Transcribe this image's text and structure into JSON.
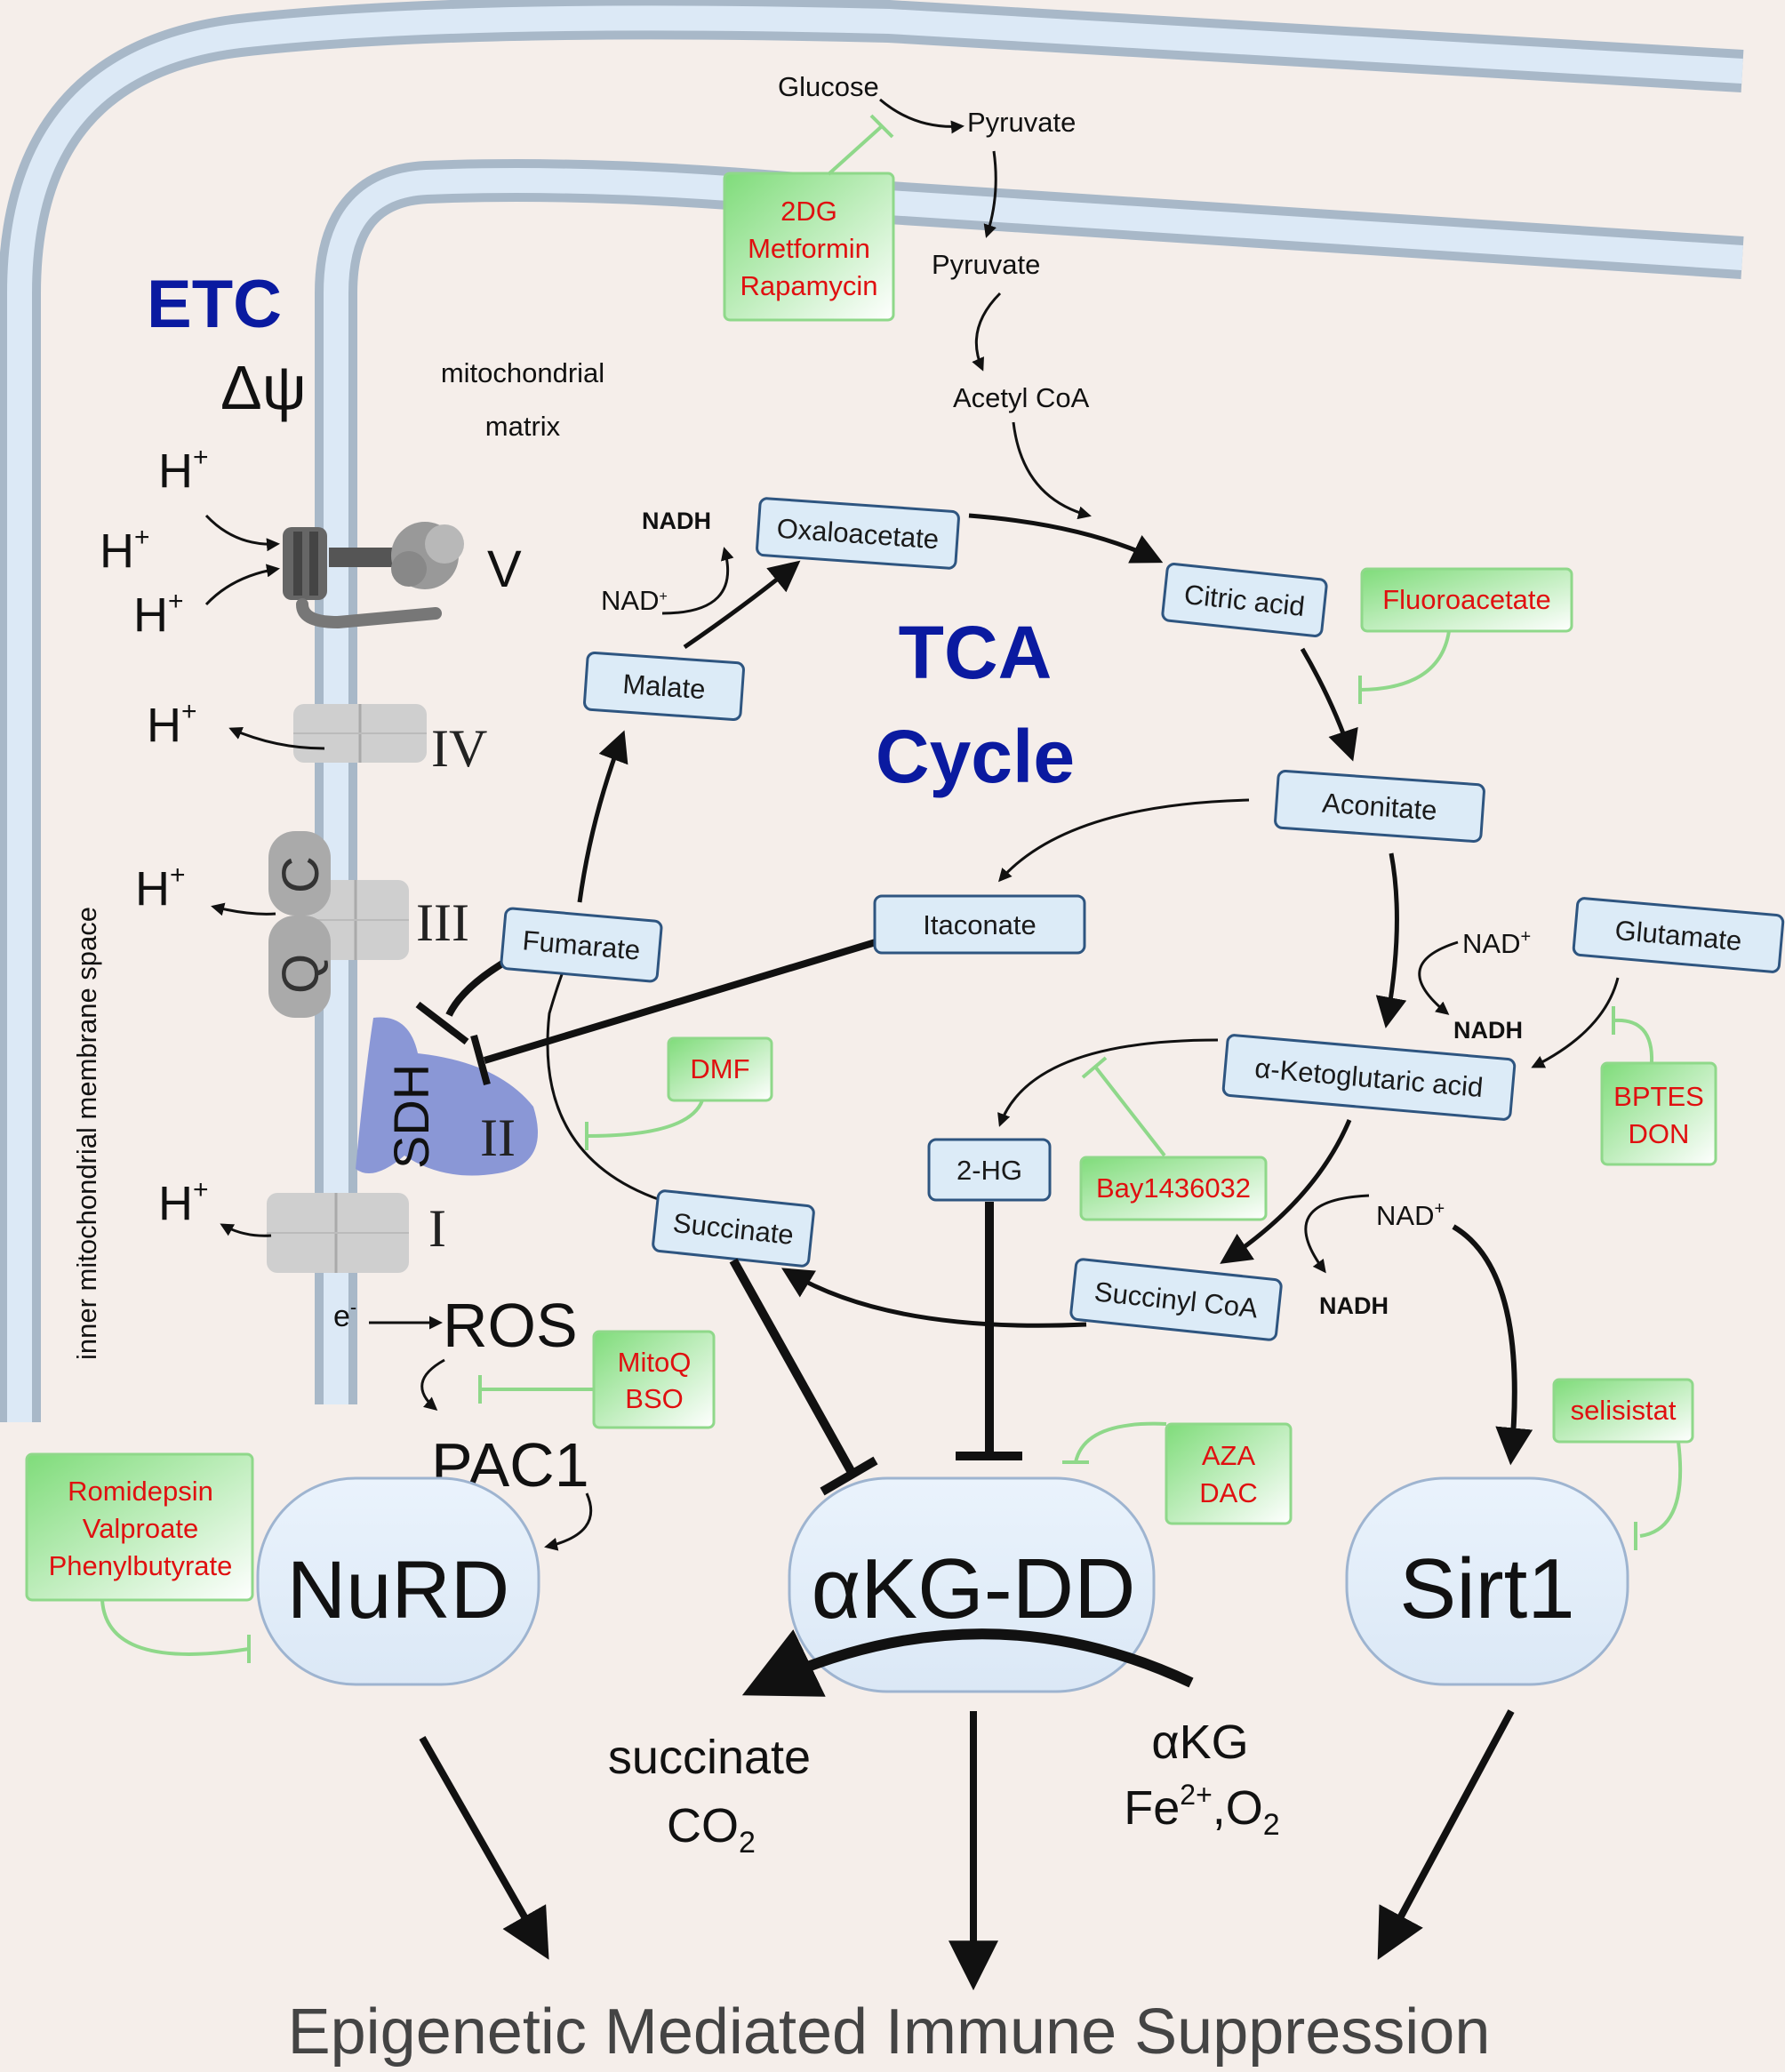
{
  "labels": {
    "etc": "ETC",
    "delta_psi": "Δψ",
    "matrix_line1": "mitochondrial",
    "matrix_line2": "matrix",
    "imm_space": "inner mitochondrial membrane space",
    "tca_line1": "TCA",
    "tca_line2": "Cycle",
    "hplus": "H",
    "plus": "+",
    "complex_v": "V",
    "complex_iv": "IV",
    "complex_iii": "III",
    "complex_ii": "II",
    "complex_i": "I",
    "q": "Q",
    "c": "C",
    "sdh": "SDH",
    "electron": "e",
    "electron_sup": "-",
    "ros": "ROS",
    "pac1": "PAC1",
    "glucose": "Glucose",
    "pyruvate_cyto": "Pyruvate",
    "pyruvate_mito": "Pyruvate",
    "acetyl_coa": "Acetyl CoA",
    "nadh": "NADH",
    "nad": "NAD",
    "succinate_product": "succinate",
    "co2_base": "CO",
    "co2_sub": "2",
    "akg_substrate": "αKG",
    "fe_base": "Fe",
    "fe_sup": "2+",
    "o2_base": ",O",
    "o2_sub": "2",
    "bottom_title": "Epigenetic Mediated Immune Suppression"
  },
  "metabolites": {
    "oxaloacetate": "Oxaloacetate",
    "citric_acid": "Citric acid",
    "aconitate": "Aconitate",
    "itaconate": "Itaconate",
    "malate": "Malate",
    "fumarate": "Fumarate",
    "glutamate": "Glutamate",
    "akg_acid": "α-Ketoglutaric acid",
    "two_hg": "2-HG",
    "succinate": "Succinate",
    "succinyl_coa": "Succinyl CoA"
  },
  "inhibitors": {
    "glycolysis": [
      "2DG",
      "Metformin",
      "Rapamycin"
    ],
    "fluoroacetate": [
      "Fluoroacetate"
    ],
    "dmf": [
      "DMF"
    ],
    "bptes_don": [
      "BPTES",
      "DON"
    ],
    "bay": [
      "Bay1436032"
    ],
    "mitoq_bso": [
      "MitoQ",
      "BSO"
    ],
    "aza_dac": [
      "AZA",
      "DAC"
    ],
    "selisistat": [
      "selisistat"
    ],
    "hdac": [
      "Romidepsin",
      "Valproate",
      "Phenylbutyrate"
    ]
  },
  "enzymes": {
    "nurd": "NuRD",
    "akg_dd": "αKG-DD",
    "sirt1": "Sirt1"
  },
  "colors": {
    "background": "#f5eeea",
    "membrane_fill": "#dce9f6",
    "membrane_edge": "#a8b8c8",
    "node_fill": "#dcebf7",
    "node_stroke": "#2e5580",
    "drug_text": "#e01010",
    "drug_box": "#8fe08a",
    "inhibit_green": "#8fd88a",
    "title_blue": "#0a1aa0",
    "sdh": "#8a97d6"
  }
}
